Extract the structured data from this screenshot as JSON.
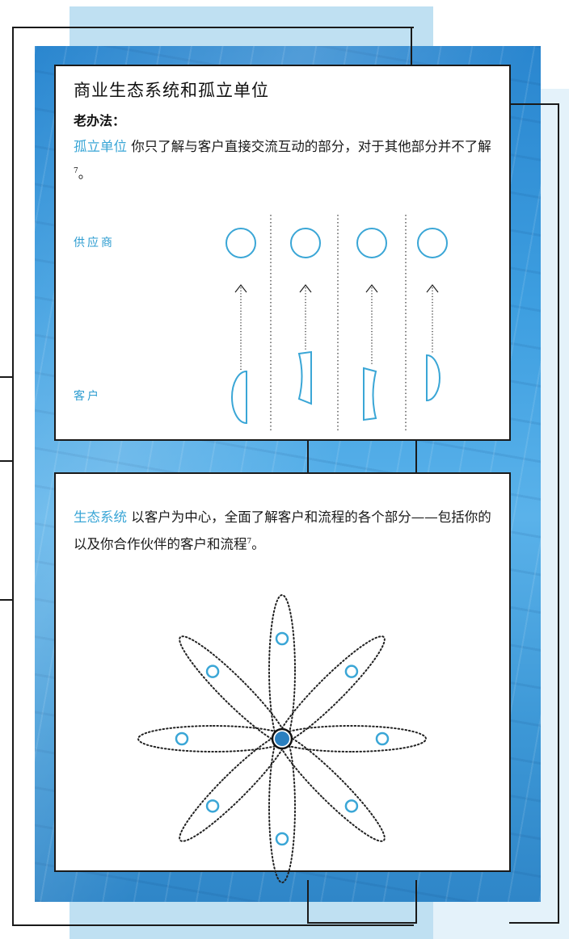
{
  "silo_card": {
    "title": "商业生态系统和孤立单位",
    "subtitle": "老办法：",
    "highlight": "孤立单位",
    "text": " 你只了解与客户直接交流互动的部分，对于其他部分并不了解",
    "footnote": "7",
    "end_punct": "。",
    "labels": {
      "supplier": "供应商",
      "customer": "客户"
    }
  },
  "ecosystem_card": {
    "highlight": "生态系统",
    "text": " 以客户为中心，全面了解客户和流程的各个部分——包括你的以及你合作伙伴的客户和流程",
    "footnote": "7",
    "end_punct": "。"
  },
  "colors": {
    "accent": "#3aa6d6",
    "center_node": "#2a7fbf",
    "frame": "#1a1a1a",
    "background_blue": "#3d9ee0"
  }
}
